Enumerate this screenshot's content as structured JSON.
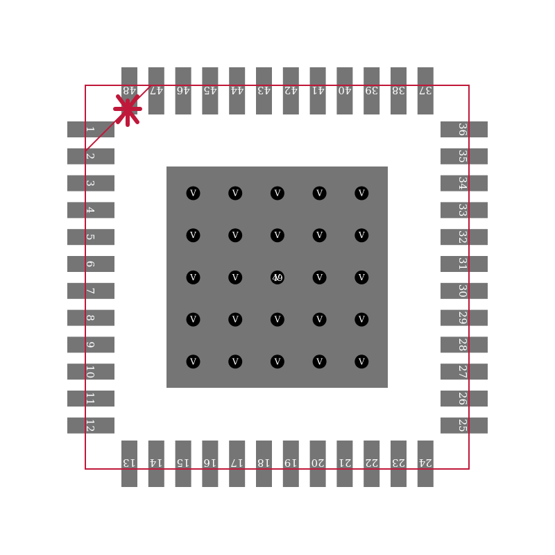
{
  "colors": {
    "pad": "#757575",
    "pin_label": "#ffffff",
    "outline": "#c0183a",
    "via": "#000000"
  },
  "pins": {
    "left": [
      "1",
      "2",
      "3",
      "4",
      "5",
      "6",
      "7",
      "8",
      "9",
      "10",
      "11",
      "12"
    ],
    "bottom": [
      "13",
      "14",
      "15",
      "16",
      "17",
      "18",
      "19",
      "20",
      "21",
      "22",
      "23",
      "24"
    ],
    "right": [
      "25",
      "26",
      "27",
      "28",
      "29",
      "30",
      "31",
      "32",
      "33",
      "34",
      "35",
      "36"
    ],
    "top": [
      "37",
      "38",
      "39",
      "40",
      "41",
      "42",
      "43",
      "44",
      "45",
      "46",
      "47",
      "48"
    ]
  },
  "exposed_pad": {
    "label": "49",
    "via_label": "V",
    "via_rows": 5,
    "via_cols": 5
  },
  "pin1_marker_icon": "asterisk-icon"
}
